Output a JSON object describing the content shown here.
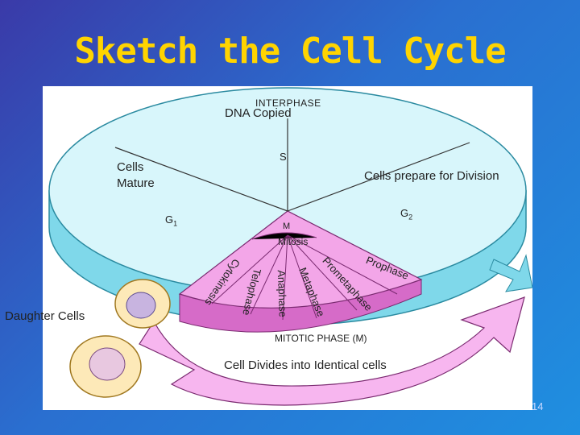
{
  "slide": {
    "title": "Sketch the Cell Cycle",
    "number": "14"
  },
  "diagram": {
    "interphase_label": "INTERPHASE",
    "s_label": "S",
    "g1_label": "G",
    "g1_sub": "1",
    "g2_label": "G",
    "g2_sub": "2",
    "m_label": "M",
    "mitosis_label": "Mitosis",
    "mitotic_phase_label": "MITOTIC PHASE (M)",
    "phases": [
      "Prophase",
      "Prometaphase",
      "Metaphase",
      "Anaphase",
      "Telophase",
      "Cytokinesis"
    ]
  },
  "annotations": {
    "dna_copied": "DNA Copied",
    "cells_mature_line1": "Cells",
    "cells_mature_line2": "Mature",
    "cells_prepare": "Cells prepare for Division",
    "daughter_cells": "Daughter Cells",
    "cell_divides": "Cell Divides into Identical cells"
  },
  "colors": {
    "title": "#ffd400",
    "interphase_fill": "#d8f6fb",
    "interphase_side": "#7fd8ea",
    "mitotic_fill": "#f3a6e8",
    "mitotic_side": "#d66bc8",
    "arrow_fill": "#f7b6ef"
  }
}
